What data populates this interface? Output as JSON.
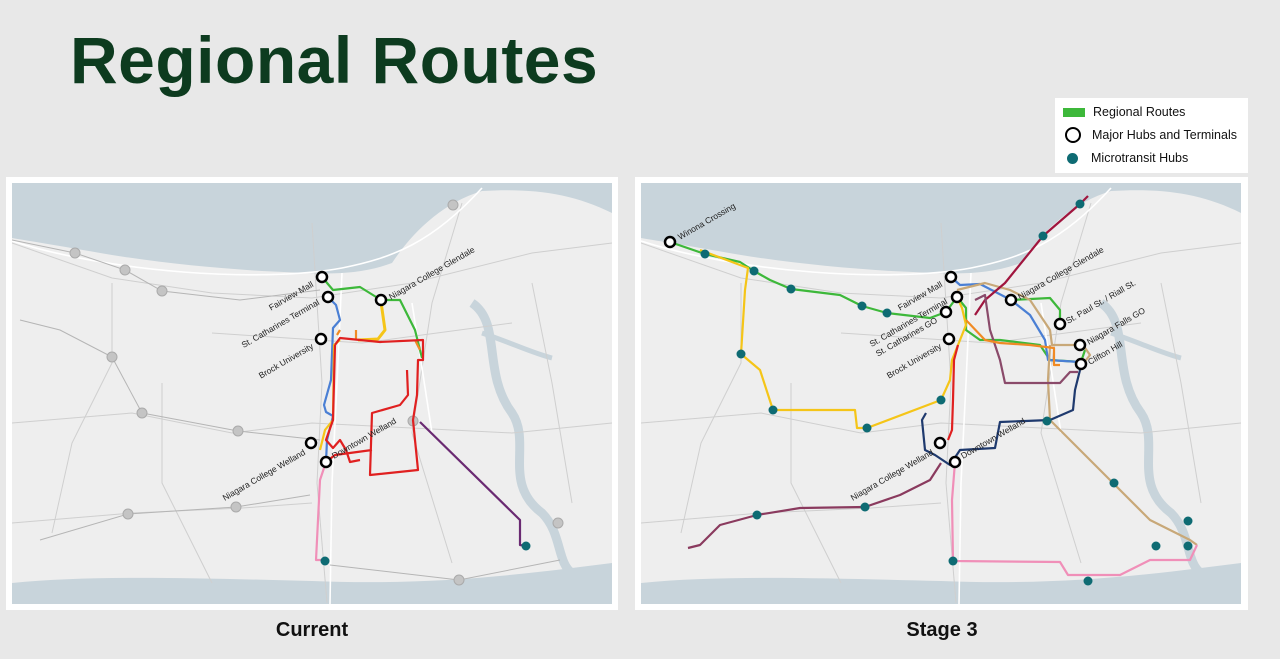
{
  "title": "Regional Routes",
  "legend": {
    "items": [
      {
        "label": "Regional Routes",
        "icon": "green-line",
        "color": "#3db83a"
      },
      {
        "label": "Major Hubs and Terminals",
        "icon": "white-circle"
      },
      {
        "label": "Microtransit Hubs",
        "icon": "teal-dot",
        "color": "#0e6b73"
      }
    ]
  },
  "maps": {
    "current": {
      "caption": "Current",
      "hubs": [
        "Fairview Mall",
        "St. Catharines Terminal",
        "Niagara College Glendale",
        "Brock University",
        "Niagara College Welland",
        "Downtown Welland"
      ]
    },
    "stage3": {
      "caption": "Stage 3",
      "hubs": [
        "Winona Crossing",
        "Fairview Mall",
        "St. Catharines Terminal",
        "St. Catharines GO",
        "Niagara College Glendale",
        "St. Paul St. / Riall St.",
        "Brock University",
        "Niagara Falls GO",
        "Clifton Hill",
        "Niagara College Welland",
        "Downtown Welland"
      ]
    }
  },
  "colors": {
    "title": "#0d3b1f",
    "water": "#c8d4db",
    "land": "#eeeeee",
    "microtransit": "#0e6b73"
  }
}
